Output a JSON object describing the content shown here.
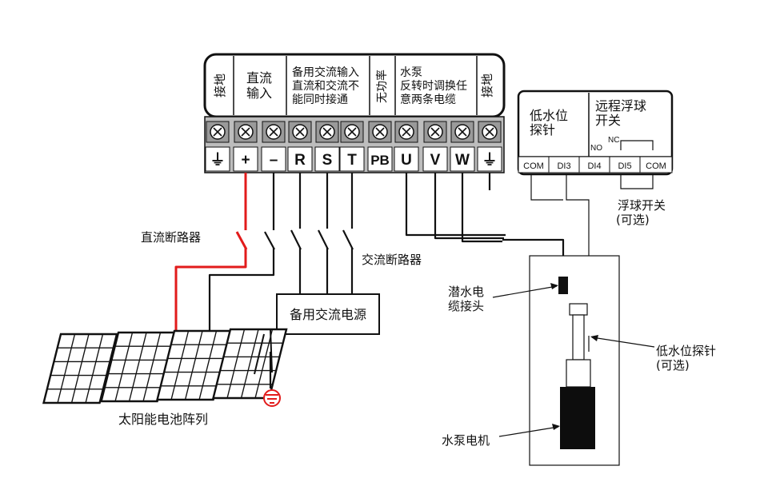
{
  "terminal_block": {
    "header_cells": [
      {
        "id": "ground-left",
        "lines": [
          "接地"
        ],
        "vertical": true
      },
      {
        "id": "dc-input",
        "lines": [
          "直流",
          "输入"
        ]
      },
      {
        "id": "ac-input",
        "lines": [
          "备用交流输入",
          "直流和交流不",
          "能同时接通"
        ]
      },
      {
        "id": "pb",
        "lines": [
          "无功率"
        ],
        "vertical": true
      },
      {
        "id": "pump",
        "lines": [
          "水泵",
          "反转时调换任",
          "意两条电缆"
        ]
      },
      {
        "id": "ground-right",
        "lines": [
          "接地"
        ],
        "vertical": true
      }
    ],
    "terminal_labels": [
      "⏚",
      "+",
      "–",
      "R",
      "S",
      "T",
      "PB",
      "U",
      "V",
      "W",
      "⏚"
    ]
  },
  "io_block": {
    "left_title": [
      "低水位",
      "探针"
    ],
    "right_title": [
      "远程浮球",
      "开关"
    ],
    "nc_label": "NC",
    "no_label": "NO",
    "terminals": [
      "COM",
      "DI3",
      "DI4",
      "DI5",
      "COM"
    ]
  },
  "labels": {
    "dc_breaker": "直流断路器",
    "ac_breaker": "交流断路器",
    "backup_ac_source": "备用交流电源",
    "solar_array": "太阳能电池阵列",
    "float_switch": [
      "浮球开关",
      "(可选)"
    ],
    "cable_joint": [
      "潜水电",
      "缆接头"
    ],
    "low_level_probe": [
      "低水位探针",
      "(可选)"
    ],
    "pump_motor": "水泵电机"
  },
  "colors": {
    "dc_positive_wire": "#e21b1b",
    "line": "#111111",
    "well_fill": "#ffffff",
    "motor_fill": "#0d0d0d"
  },
  "icons": [
    "ground-icon",
    "screw-terminal-icon",
    "breaker-switch-icon",
    "solar-panel-icon",
    "submersible-pump-icon"
  ]
}
